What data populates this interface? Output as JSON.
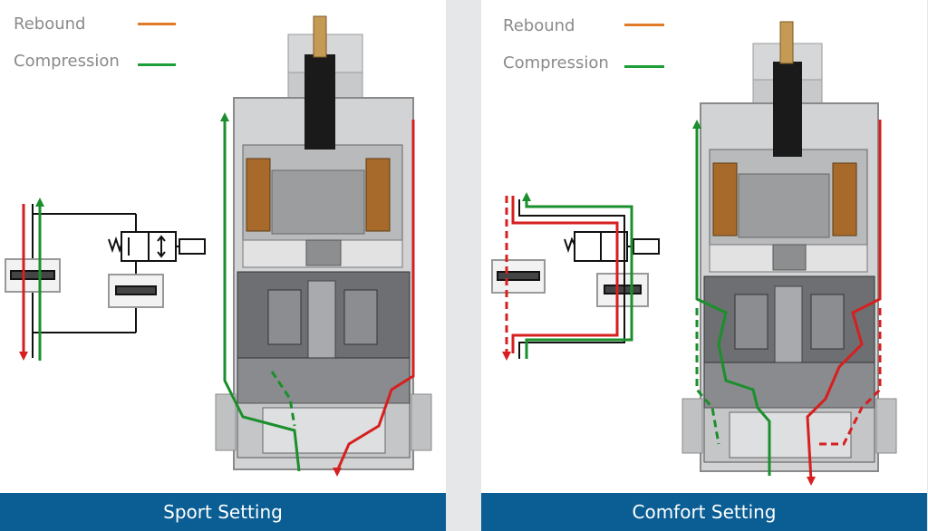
{
  "legend": {
    "rebound_label": "Rebound",
    "compression_label": "Compression",
    "rebound_color": "#e07b27",
    "compression_color": "#1e9e3a"
  },
  "panels": [
    {
      "caption": "Sport Setting"
    },
    {
      "caption": "Comfort Setting"
    }
  ],
  "colors": {
    "flow_rebound": "#d61f1f",
    "flow_compression": "#1a8f2c",
    "footer": "#0a5e94",
    "housing": "#d2d3d5",
    "coil": "#a86a2a"
  }
}
